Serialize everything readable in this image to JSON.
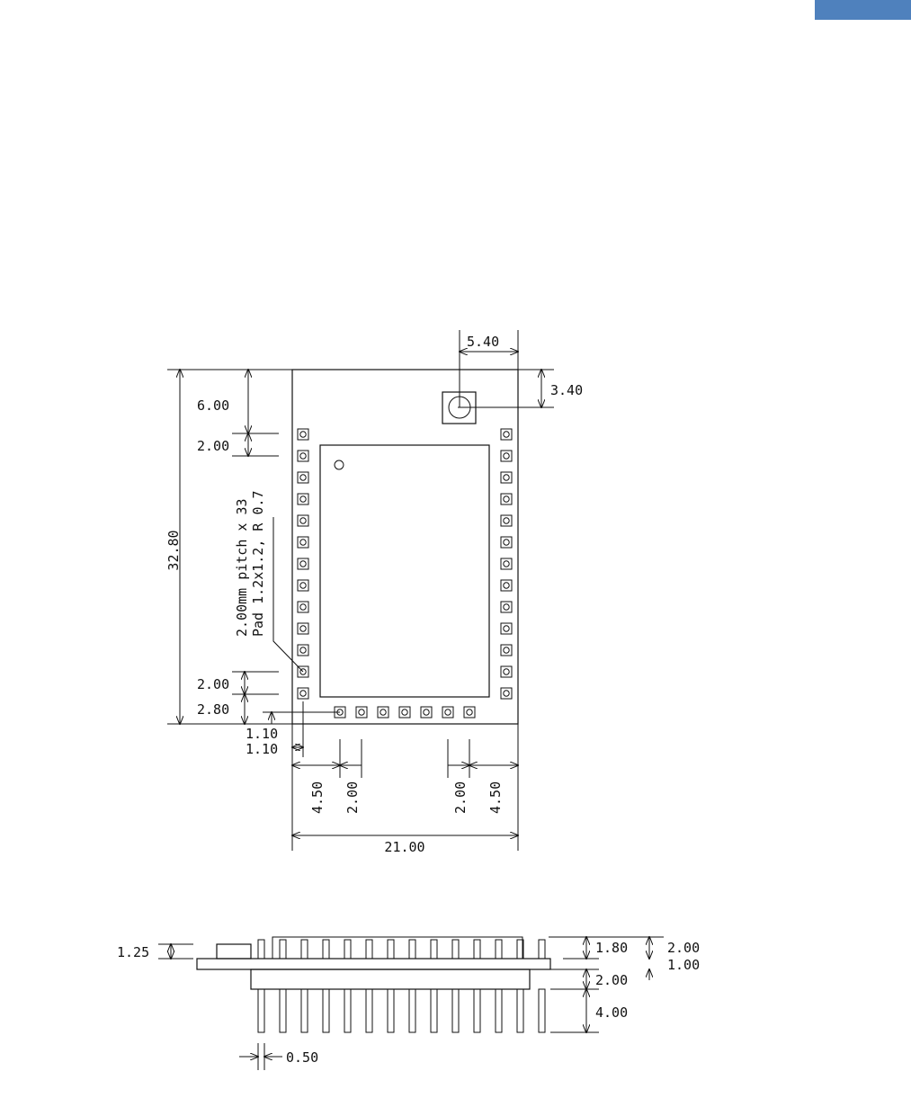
{
  "colors": {
    "corner_tab": "#4f81bd",
    "ink": "#111111",
    "background": "#ffffff"
  },
  "top_view": {
    "overall_width": "21.00",
    "overall_height": "32.80",
    "antenna_offset_x": "5.40",
    "antenna_offset_y": "3.40",
    "top_clearance": "6.00",
    "first_pitch": "2.00",
    "last_pitch": "2.00",
    "bottom_clearance": "2.80",
    "pad_offset_y": "1.10",
    "pad_offset_x": "1.10",
    "left_margin": "4.50",
    "left_pitch": "2.00",
    "right_pitch": "2.00",
    "right_margin": "4.50",
    "note_pitch": "2.00mm pitch x 33",
    "note_pad": "Pad 1.2x1.2, R 0.7",
    "side_pad_count": 13,
    "bottom_pad_count": 7
  },
  "side_view": {
    "shield_height": "1.25",
    "header_top": "1.80",
    "total_top": "2.00",
    "board_thickness": "1.00",
    "spacer_height": "2.00",
    "pin_length": "4.00",
    "pin_width": "0.50",
    "pin_count": 14
  }
}
